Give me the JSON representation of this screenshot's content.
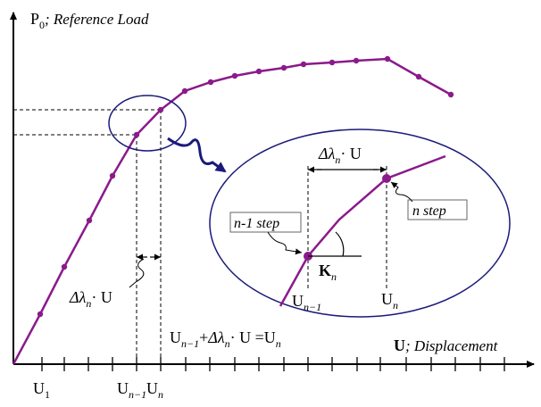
{
  "axes": {
    "y_symbol": "P",
    "y_subscript": "0",
    "y_label": "; Reference Load",
    "x_symbol": "U",
    "x_label": "; Displacement",
    "tick_labels": [
      {
        "main": "U",
        "sub": "1"
      },
      {
        "main": "U",
        "sub": "n−1"
      },
      {
        "main": "U",
        "sub": "n"
      }
    ]
  },
  "curve_label": {
    "main": "Δλ",
    "sub": "n",
    "tail": "· U"
  },
  "equation": {
    "u1": "U",
    "s1": "n−1",
    "plus": "+",
    "dl": "Δλ",
    "s2": "n",
    "dot": "· U =",
    "u2": "U",
    "s3": "n"
  },
  "zoom": {
    "increment": {
      "main": "Δλ",
      "sub": "n",
      "tail": "· U"
    },
    "prev_step_label": "n-1 step",
    "next_step_label": "n step",
    "stiffness": {
      "main": "K",
      "sub": "n"
    },
    "prev_disp": {
      "main": "U",
      "sub": "n−1"
    },
    "next_disp": {
      "main": "U",
      "sub": "n"
    }
  },
  "colors": {
    "curve": "#8b1a8b",
    "zoom": "#1a1a7a",
    "axis": "#000000"
  }
}
